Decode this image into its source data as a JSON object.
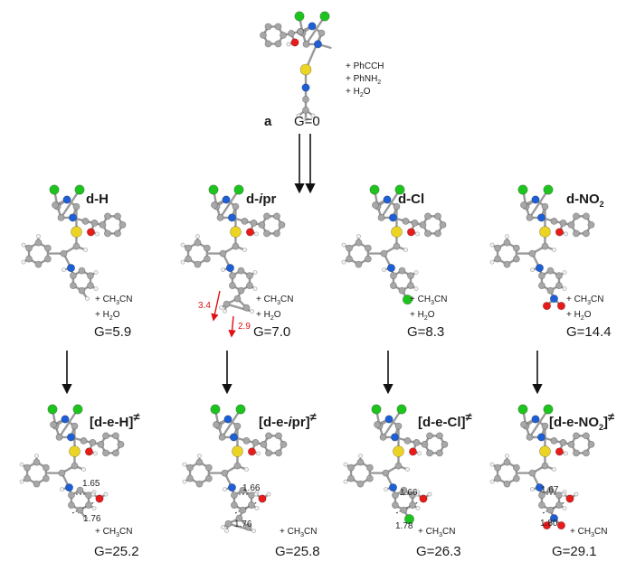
{
  "top": {
    "label": "a",
    "energy": "G=0",
    "reagents": [
      "+ PhCCH",
      "+ PhNH2",
      "+ H2O"
    ]
  },
  "intermediates": [
    {
      "label_main": "d-H",
      "label_sub": "",
      "reagents": [
        "+ CH3CN",
        "+ H2O"
      ],
      "energy": "G=5.9"
    },
    {
      "label_main": "d-",
      "label_italic": "i",
      "label_rest": "pr",
      "reagents": [
        "+ CH3CN",
        "+ H2O"
      ],
      "energy": "G=7.0",
      "distances": [
        "3.4",
        "2.9"
      ]
    },
    {
      "label_main": "d-Cl",
      "label_sub": "",
      "reagents": [
        "+ CH3CN",
        "+ H2O"
      ],
      "energy": "G=8.3"
    },
    {
      "label_main": "d-NO",
      "label_sub": "2",
      "reagents": [
        "+ CH3CN",
        "+ H2O"
      ],
      "energy": "G=14.4"
    }
  ],
  "transition_states": [
    {
      "label": "[d-e-H]",
      "mark": "≠",
      "d1": "1.65",
      "d2": "1.76",
      "reagent": "+ CH3CN",
      "energy": "G=25.2"
    },
    {
      "label": "[d-e-",
      "label_italic": "i",
      "label_rest": "pr]",
      "mark": "≠",
      "d1": "1.66",
      "d2": "1.76",
      "reagent": "+ CH3CN",
      "energy": "G=25.8"
    },
    {
      "label": "[d-e-Cl]",
      "mark": "≠",
      "d1": "1.66",
      "d2": "1.78",
      "reagent": "+ CH3CN",
      "energy": "G=26.3"
    },
    {
      "label": "[d-e-NO",
      "label_sub": "2",
      "label_rest": "]",
      "mark": "≠",
      "d1": "1.67",
      "d2": "1.80",
      "reagent": "+ CH3CN",
      "energy": "G=29.1"
    }
  ],
  "colors": {
    "carbon": "#a7a7a7",
    "hydrogen": "#f2f2f2",
    "chlorine": "#1ec41e",
    "nitrogen": "#1f5fd6",
    "oxygen": "#e81b1b",
    "sulfur": "#ecd424",
    "bond": "#9a9a9a",
    "red_arrow": "#e01010"
  }
}
